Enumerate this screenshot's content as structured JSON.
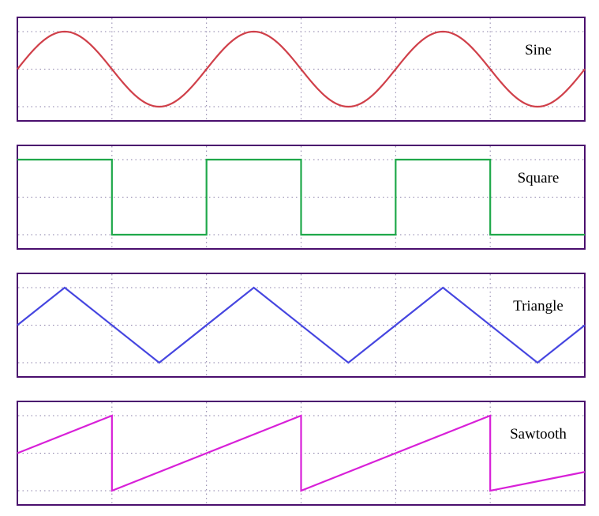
{
  "chart_data": [
    {
      "type": "line",
      "label": "Sine",
      "color": "#d0404a",
      "grid": true,
      "xlim": [
        0,
        3
      ],
      "ylim": [
        -1,
        1
      ],
      "series": [
        {
          "name": "Sine",
          "x": [
            0,
            0.125,
            0.25,
            0.375,
            0.5,
            0.625,
            0.75,
            0.875,
            1,
            1.125,
            1.25,
            1.375,
            1.5,
            1.625,
            1.75,
            1.875,
            2,
            2.125,
            2.25,
            2.375,
            2.5,
            2.625,
            2.75,
            2.875,
            3
          ],
          "y": [
            0,
            0.707,
            1,
            0.707,
            0,
            -0.707,
            -1,
            -0.707,
            0,
            0.707,
            1,
            0.707,
            0,
            -0.707,
            -1,
            -0.707,
            0,
            0.707,
            1,
            0.707,
            0,
            -0.707,
            -1,
            -0.707,
            0
          ]
        }
      ]
    },
    {
      "type": "line",
      "label": "Square",
      "color": "#1fa84a",
      "grid": true,
      "xlim": [
        0,
        3
      ],
      "ylim": [
        -1,
        1
      ],
      "series": [
        {
          "name": "Square",
          "x": [
            0,
            0.5,
            0.5,
            1,
            1,
            1.5,
            1.5,
            2,
            2,
            2.5,
            2.5,
            3
          ],
          "y": [
            1,
            1,
            -1,
            -1,
            1,
            1,
            -1,
            -1,
            1,
            1,
            -1,
            -1
          ]
        }
      ]
    },
    {
      "type": "line",
      "label": "Triangle",
      "color": "#4646e0",
      "grid": true,
      "xlim": [
        0,
        3
      ],
      "ylim": [
        -1,
        1
      ],
      "series": [
        {
          "name": "Triangle",
          "x": [
            0,
            0.25,
            0.75,
            1.25,
            1.75,
            2.25,
            2.75,
            3
          ],
          "y": [
            0,
            1,
            -1,
            1,
            -1,
            1,
            -1,
            0
          ]
        }
      ]
    },
    {
      "type": "line",
      "label": "Sawtooth",
      "color": "#d820d8",
      "grid": true,
      "xlim": [
        0,
        3
      ],
      "ylim": [
        -1,
        1
      ],
      "series": [
        {
          "name": "Sawtooth",
          "x": [
            0,
            0.5,
            0.5,
            1.5,
            1.5,
            2.5,
            2.5,
            3
          ],
          "y": [
            0,
            1,
            -1,
            1,
            -1,
            1,
            -1,
            -0.5
          ]
        }
      ]
    }
  ]
}
